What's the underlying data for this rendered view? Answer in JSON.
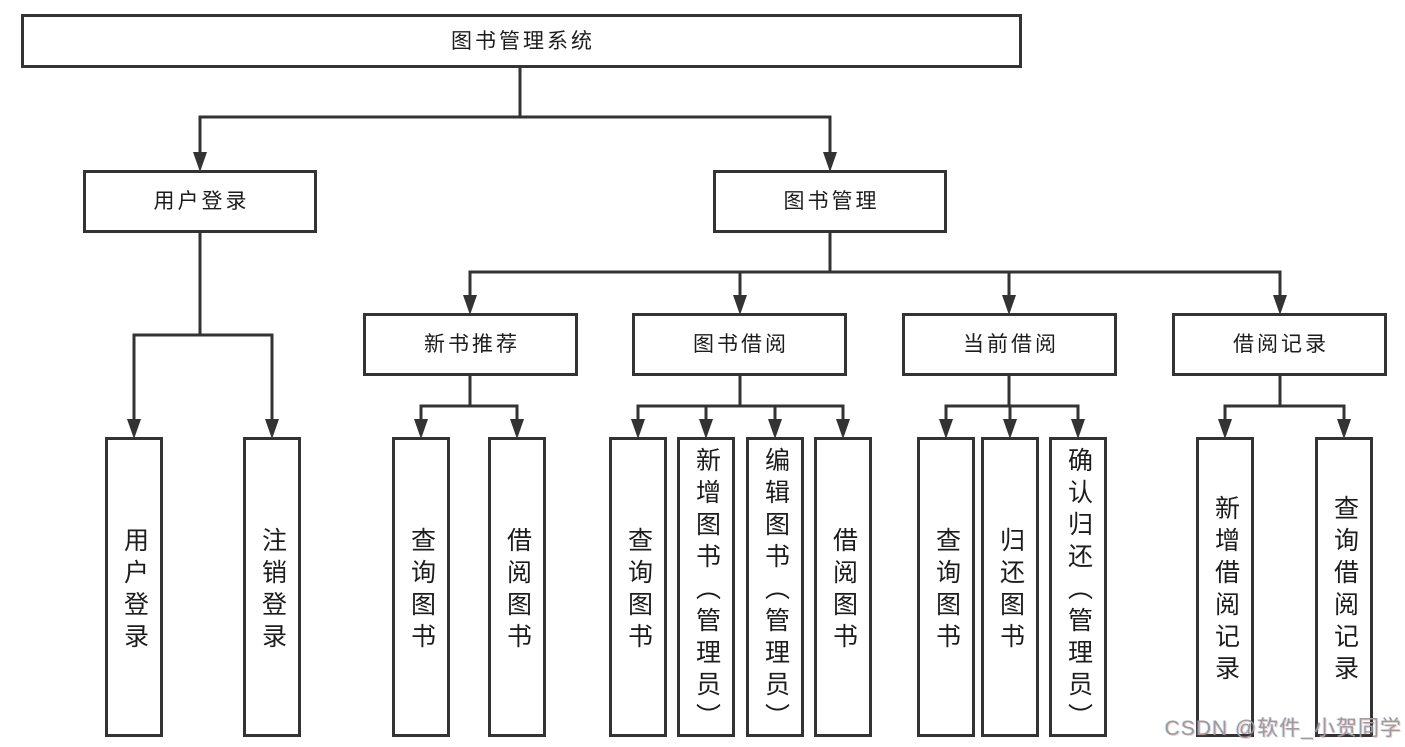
{
  "colors": {
    "line": "#333333",
    "box_border": "#333333",
    "text": "#1c1c1c",
    "background": "#ffffff",
    "watermark": "#9c9c9c"
  },
  "nodes": {
    "root": "图书管理系统",
    "user_login": "用户登录",
    "book_management": "图书管理",
    "new_book_recommend": "新书推荐",
    "book_borrowing": "图书借阅",
    "current_borrowing": "当前借阅",
    "borrow_records": "借阅记录",
    "ul_user_login": "用户登录",
    "ul_logout": "注销登录",
    "nbr_query_books": "查询图书",
    "nbr_borrow_books": "借阅图书",
    "bb_query_books": "查询图书",
    "bb_add_books": "新增图书（管理员）",
    "bb_edit_books": "编辑图书（管理员）",
    "bb_borrow_books": "借阅图书",
    "cb_query_books": "查询图书",
    "cb_return_books": "归还图书",
    "cb_confirm_return": "确认归还（管理员）",
    "br_add_record": "新增借阅记录",
    "br_query_record": "查询借阅记录"
  },
  "edges": [
    {
      "from": "图书管理系统",
      "to": "用户登录"
    },
    {
      "from": "图书管理系统",
      "to": "图书管理"
    },
    {
      "from": "用户登录",
      "to": "用户登录"
    },
    {
      "from": "用户登录",
      "to": "注销登录"
    },
    {
      "from": "图书管理",
      "to": "新书推荐"
    },
    {
      "from": "图书管理",
      "to": "图书借阅"
    },
    {
      "from": "图书管理",
      "to": "当前借阅"
    },
    {
      "from": "图书管理",
      "to": "借阅记录"
    },
    {
      "from": "新书推荐",
      "to": "查询图书"
    },
    {
      "from": "新书推荐",
      "to": "借阅图书"
    },
    {
      "from": "图书借阅",
      "to": "查询图书"
    },
    {
      "from": "图书借阅",
      "to": "新增图书（管理员）"
    },
    {
      "from": "图书借阅",
      "to": "编辑图书（管理员）"
    },
    {
      "from": "图书借阅",
      "to": "借阅图书"
    },
    {
      "from": "当前借阅",
      "to": "查询图书"
    },
    {
      "from": "当前借阅",
      "to": "归还图书"
    },
    {
      "from": "当前借阅",
      "to": "确认归还（管理员）"
    },
    {
      "from": "借阅记录",
      "to": "新增借阅记录"
    },
    {
      "from": "借阅记录",
      "to": "查询借阅记录"
    }
  ],
  "watermark": "CSDN @软件_小贺同学"
}
